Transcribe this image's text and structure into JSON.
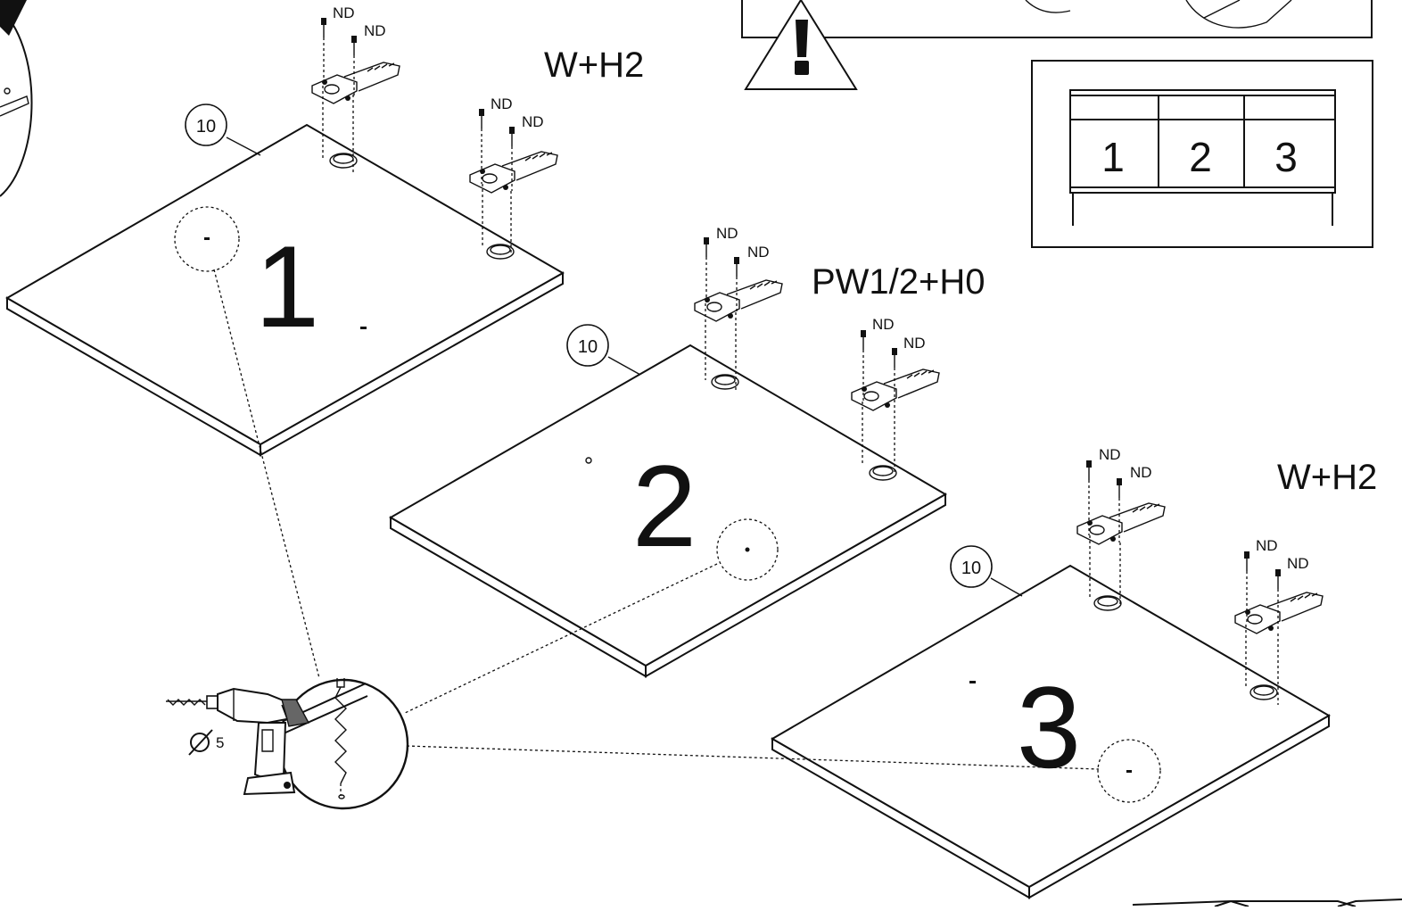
{
  "labels": {
    "panel_1": "1",
    "panel_2": "2",
    "panel_3": "3",
    "config_panel_1": "W+H2",
    "config_panel_2": "PW1/2+H0",
    "config_panel_3": "W+H2",
    "part_number_1": "10",
    "part_number_2": "10",
    "part_number_3": "10",
    "screw_code": "ND",
    "drill_diameter": "5",
    "overview_door_1": "1",
    "overview_door_2": "2",
    "overview_door_3": "3"
  },
  "icons": {
    "warning": "warning-triangle-icon",
    "drill": "drill-icon",
    "diameter": "diameter-icon",
    "hinge": "hinge-icon",
    "screw": "screw-icon"
  }
}
